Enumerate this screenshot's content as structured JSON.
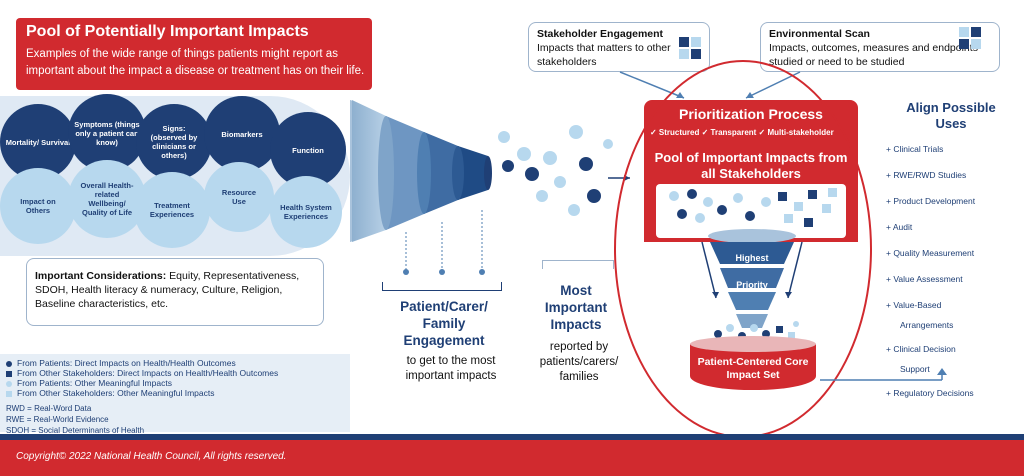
{
  "header": {
    "title": "Pool of Potentially Important Impacts",
    "description": "Examples of the wide range of things patients might  report as important about  the impact a disease or  treatment has on their life."
  },
  "circles": {
    "dark": [
      "Mortality/ Survival",
      "Symptoms (things only a patient can know)",
      "Signs: (observed by clinicians or others)",
      "Biomarkers",
      "Function"
    ],
    "light": [
      "Impact on Others",
      "Overall Health-related Wellbeing/ Quality of Life",
      "Treatment Experiences",
      "Resource Use",
      "Health System Experiences"
    ]
  },
  "considerations": {
    "label": "Important Considerations:",
    "text": " Equity, Representativeness, SDOH, Health literacy & numeracy, Culture,  Religion, Baseline characteristics, etc."
  },
  "legend": [
    {
      "text": "From Patients: Direct Impacts on Health/Health Outcomes",
      "color": "#1f3f75",
      "shape": "circle"
    },
    {
      "text": "From Other Stakeholders: Direct Impacts on Health/Health Outcomes",
      "color": "#1f3f75",
      "shape": "square"
    },
    {
      "text": "From Patients: Other Meaningful Impacts",
      "color": "#b7d8ee",
      "shape": "circle"
    },
    {
      "text": "From Other Stakeholders: Other Meaningful Impacts",
      "color": "#b7d8ee",
      "shape": "square"
    }
  ],
  "abbreviations": [
    "RWD = Real-Word Data",
    "RWE = Real-World Evidence",
    "SDOH = Social Determinants of Health"
  ],
  "engagement": {
    "title_lines": [
      "Patient/Carer/",
      "Family",
      "Engagement"
    ],
    "subtitle": "to get to the most important impacts"
  },
  "most_important": {
    "title_lines": [
      "Most",
      "Important",
      "Impacts"
    ],
    "subtitle": "reported by patients/carers/ families"
  },
  "stakeholder": {
    "title": "Stakeholder Engagement",
    "text": "Impacts that matters to other stakeholders"
  },
  "envscan": {
    "title": "Environmental Scan",
    "text": "Impacts, outcomes, measures and endpoints studied or need to be studied"
  },
  "prioritization": {
    "title": "Prioritization Process",
    "criteria": "✓ Structured  ✓ Transparent ✓ Multi-stakeholder",
    "pool_title": "Pool of Important Impacts from all Stakeholders",
    "funnel_top": "Highest",
    "funnel_mid": "Priority",
    "core_set": "Patient-Centered Core Impact Set"
  },
  "uses": {
    "title": "Align Possible Uses",
    "items": [
      "+ Clinical Trials",
      "+ RWE/RWD Studies",
      "+ Product Development",
      "+ Audit",
      "+ Quality Measurement",
      "+ Value Assessment",
      "+ Value-Based",
      "Arrangements",
      "+ Clinical Decision",
      "Support",
      "+ Regulatory Decisions"
    ]
  },
  "footer": "Copyright© 2022 National Health Council, All rights reserved.",
  "colors": {
    "red": "#d12a2f",
    "navy": "#1f3f75",
    "light_blue": "#b7d8ee",
    "mid_blue": "#4f7fb2"
  }
}
